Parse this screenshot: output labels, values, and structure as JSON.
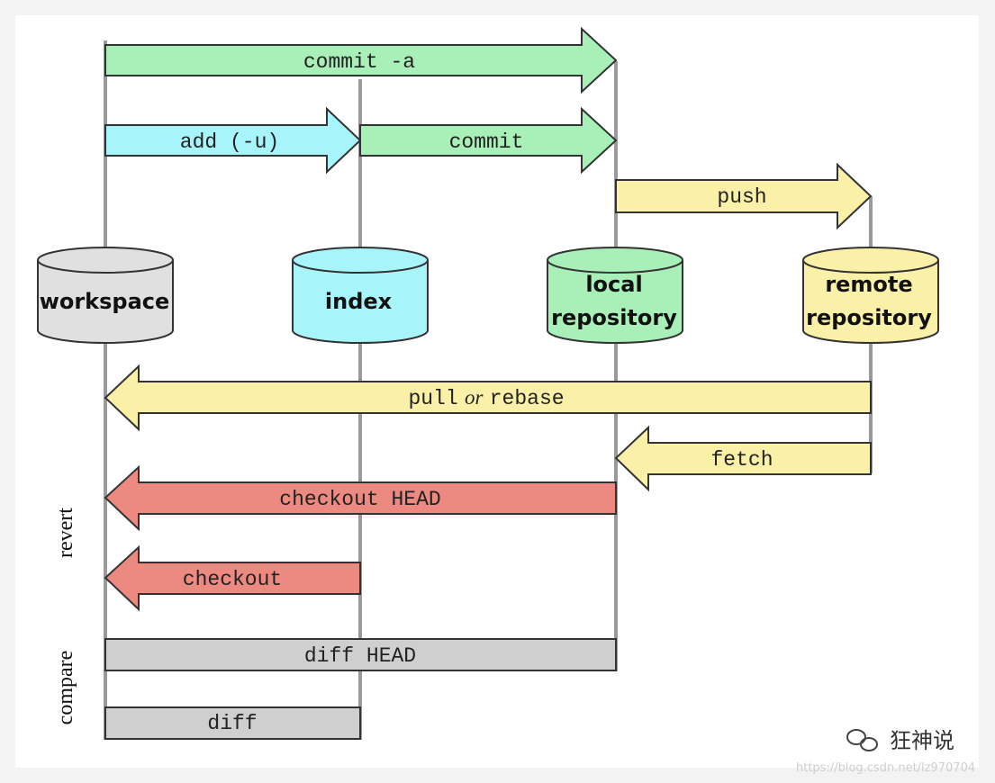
{
  "stores": {
    "workspace": "workspace",
    "index": "index",
    "local_line1": "local",
    "local_line2": "repository",
    "remote_line1": "remote",
    "remote_line2": "repository"
  },
  "arrows": {
    "commit_a": "commit -a",
    "add": "add (-u)",
    "commit": "commit",
    "push": "push",
    "pull_part1": "pull",
    "pull_or": "or",
    "pull_part2": "rebase",
    "fetch": "fetch",
    "checkout_head": "checkout HEAD",
    "checkout": "checkout",
    "diff_head": "diff HEAD",
    "diff": "diff"
  },
  "side_labels": {
    "revert": "revert",
    "compare": "compare"
  },
  "watermark": {
    "brand": "狂神说",
    "url": "https://blog.csdn.net/lz970704"
  },
  "colors": {
    "green": "#a8efb8",
    "cyan": "#a8f4fb",
    "yellow": "#fbf0a8",
    "red": "#ec8a82",
    "gray_box": "#cfcfcf",
    "workspace": "#e0e0e0",
    "line": "#9a9a9a",
    "stroke": "#333333"
  }
}
